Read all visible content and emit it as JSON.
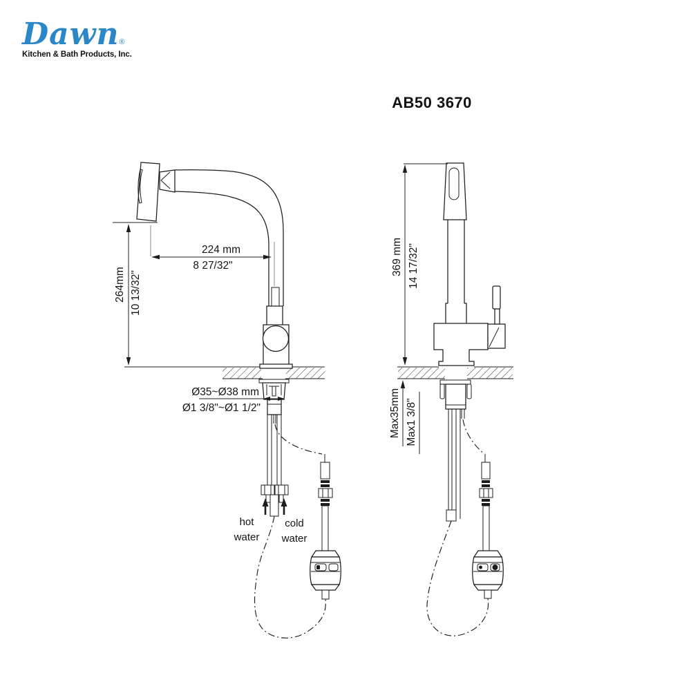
{
  "logo": {
    "brand": "Dawn",
    "registered": "®",
    "tagline": "Kitchen & Bath Products, Inc.",
    "brand_color": "#2b87c8"
  },
  "drawing": {
    "model_number": "AB50 3670"
  },
  "side_view": {
    "height_mm": "264mm",
    "height_in": "10 13/32\"",
    "reach_mm": "224 mm",
    "reach_in": "8 27/32\"",
    "hole_mm": "Ø35~Ø38 mm",
    "hole_in": "Ø1 3/8\"~Ø1 1/2\"",
    "hot_label_1": "hot",
    "hot_label_2": "water",
    "cold_label_1": "cold",
    "cold_label_2": "water"
  },
  "front_view": {
    "height_mm": "369 mm",
    "height_in": "14 17/32\"",
    "max_deck_mm": "Max35mm",
    "max_deck_in": "Max1 3/8\""
  },
  "colors": {
    "line": "#1c1c1c",
    "dim_extension": "#8a8a8a",
    "background": "#ffffff"
  }
}
